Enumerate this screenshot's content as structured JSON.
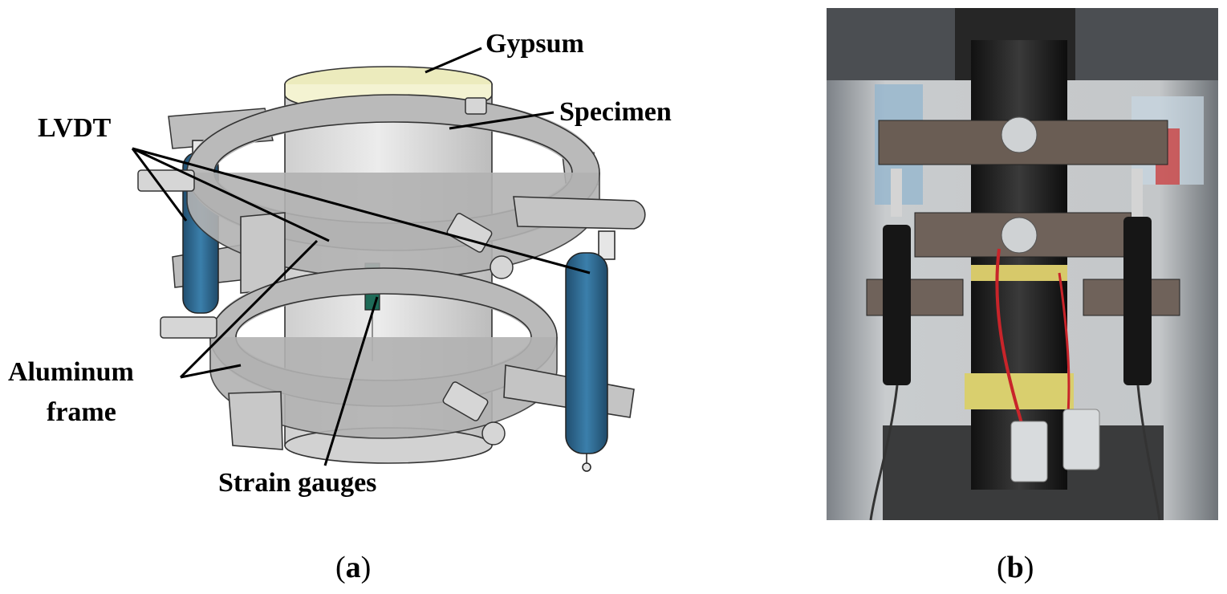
{
  "panel_a": {
    "labels": {
      "gypsum": "Gypsum",
      "specimen": "Specimen",
      "lvdt": "LVDT",
      "aluminum_line1": "Aluminum",
      "aluminum_line2": "frame",
      "strain_gauges": "Strain gauges"
    },
    "caption_letter": "a"
  },
  "panel_b": {
    "caption_letter": "b"
  },
  "colors": {
    "gypsum_cap": "#ecebbd",
    "specimen_body": "#dcdcdc",
    "frame_gray": "#b9b9b9",
    "lvdt_blue": "#2f6d96",
    "strain_gauge_green": "#1e6b58"
  }
}
